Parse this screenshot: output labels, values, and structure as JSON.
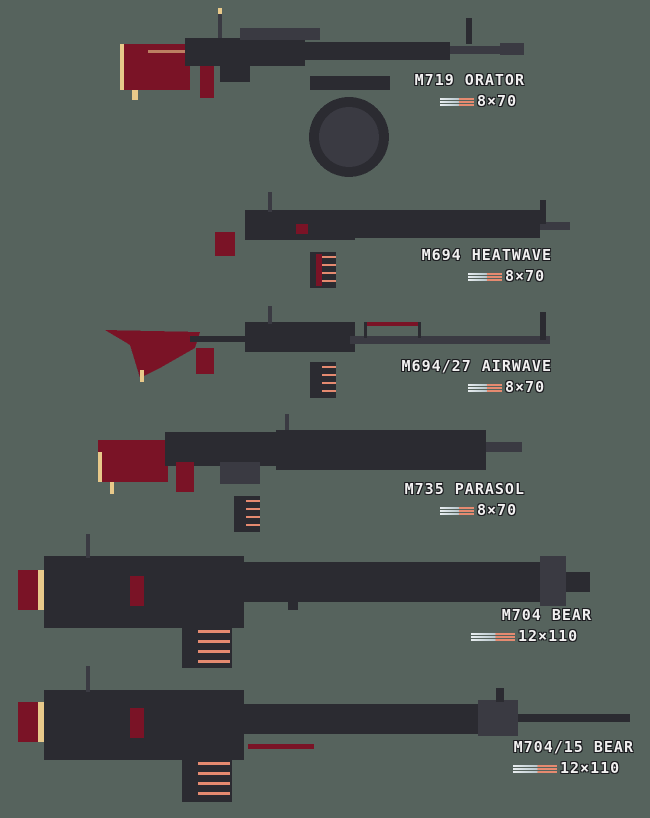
{
  "colors": {
    "background": "#56635d",
    "metal_dark": "#2b2b31",
    "metal_mid": "#3a3a42",
    "furniture": "#7a1326",
    "brass": "#e8c98a",
    "label_text": "#f1f0f0",
    "tip": "#e58a70"
  },
  "weapons": [
    {
      "name": "M719 ORATOR",
      "caliber": "8×70",
      "accessory": "drum-magazine",
      "ammo_icon": "single-cartridge-stack"
    },
    {
      "name": "M694 HEATWAVE",
      "caliber": "8×70",
      "accessory": "ammo-belt",
      "ammo_icon": "belt-icon"
    },
    {
      "name": "M694/27 AIRWAVE",
      "caliber": "8×70",
      "accessory": "ammo-belt",
      "ammo_icon": "belt-icon"
    },
    {
      "name": "M735 PARASOL",
      "caliber": "8×70",
      "accessory": "ammo-belt",
      "ammo_icon": "belt-icon"
    },
    {
      "name": "M704 BEAR",
      "caliber": "12×110",
      "accessory": "ammo-belt",
      "ammo_icon": "heavy-belt-icon"
    },
    {
      "name": "M704/15 BEAR",
      "caliber": "12×110",
      "accessory": "ammo-belt",
      "ammo_icon": "heavy-belt-icon"
    }
  ]
}
